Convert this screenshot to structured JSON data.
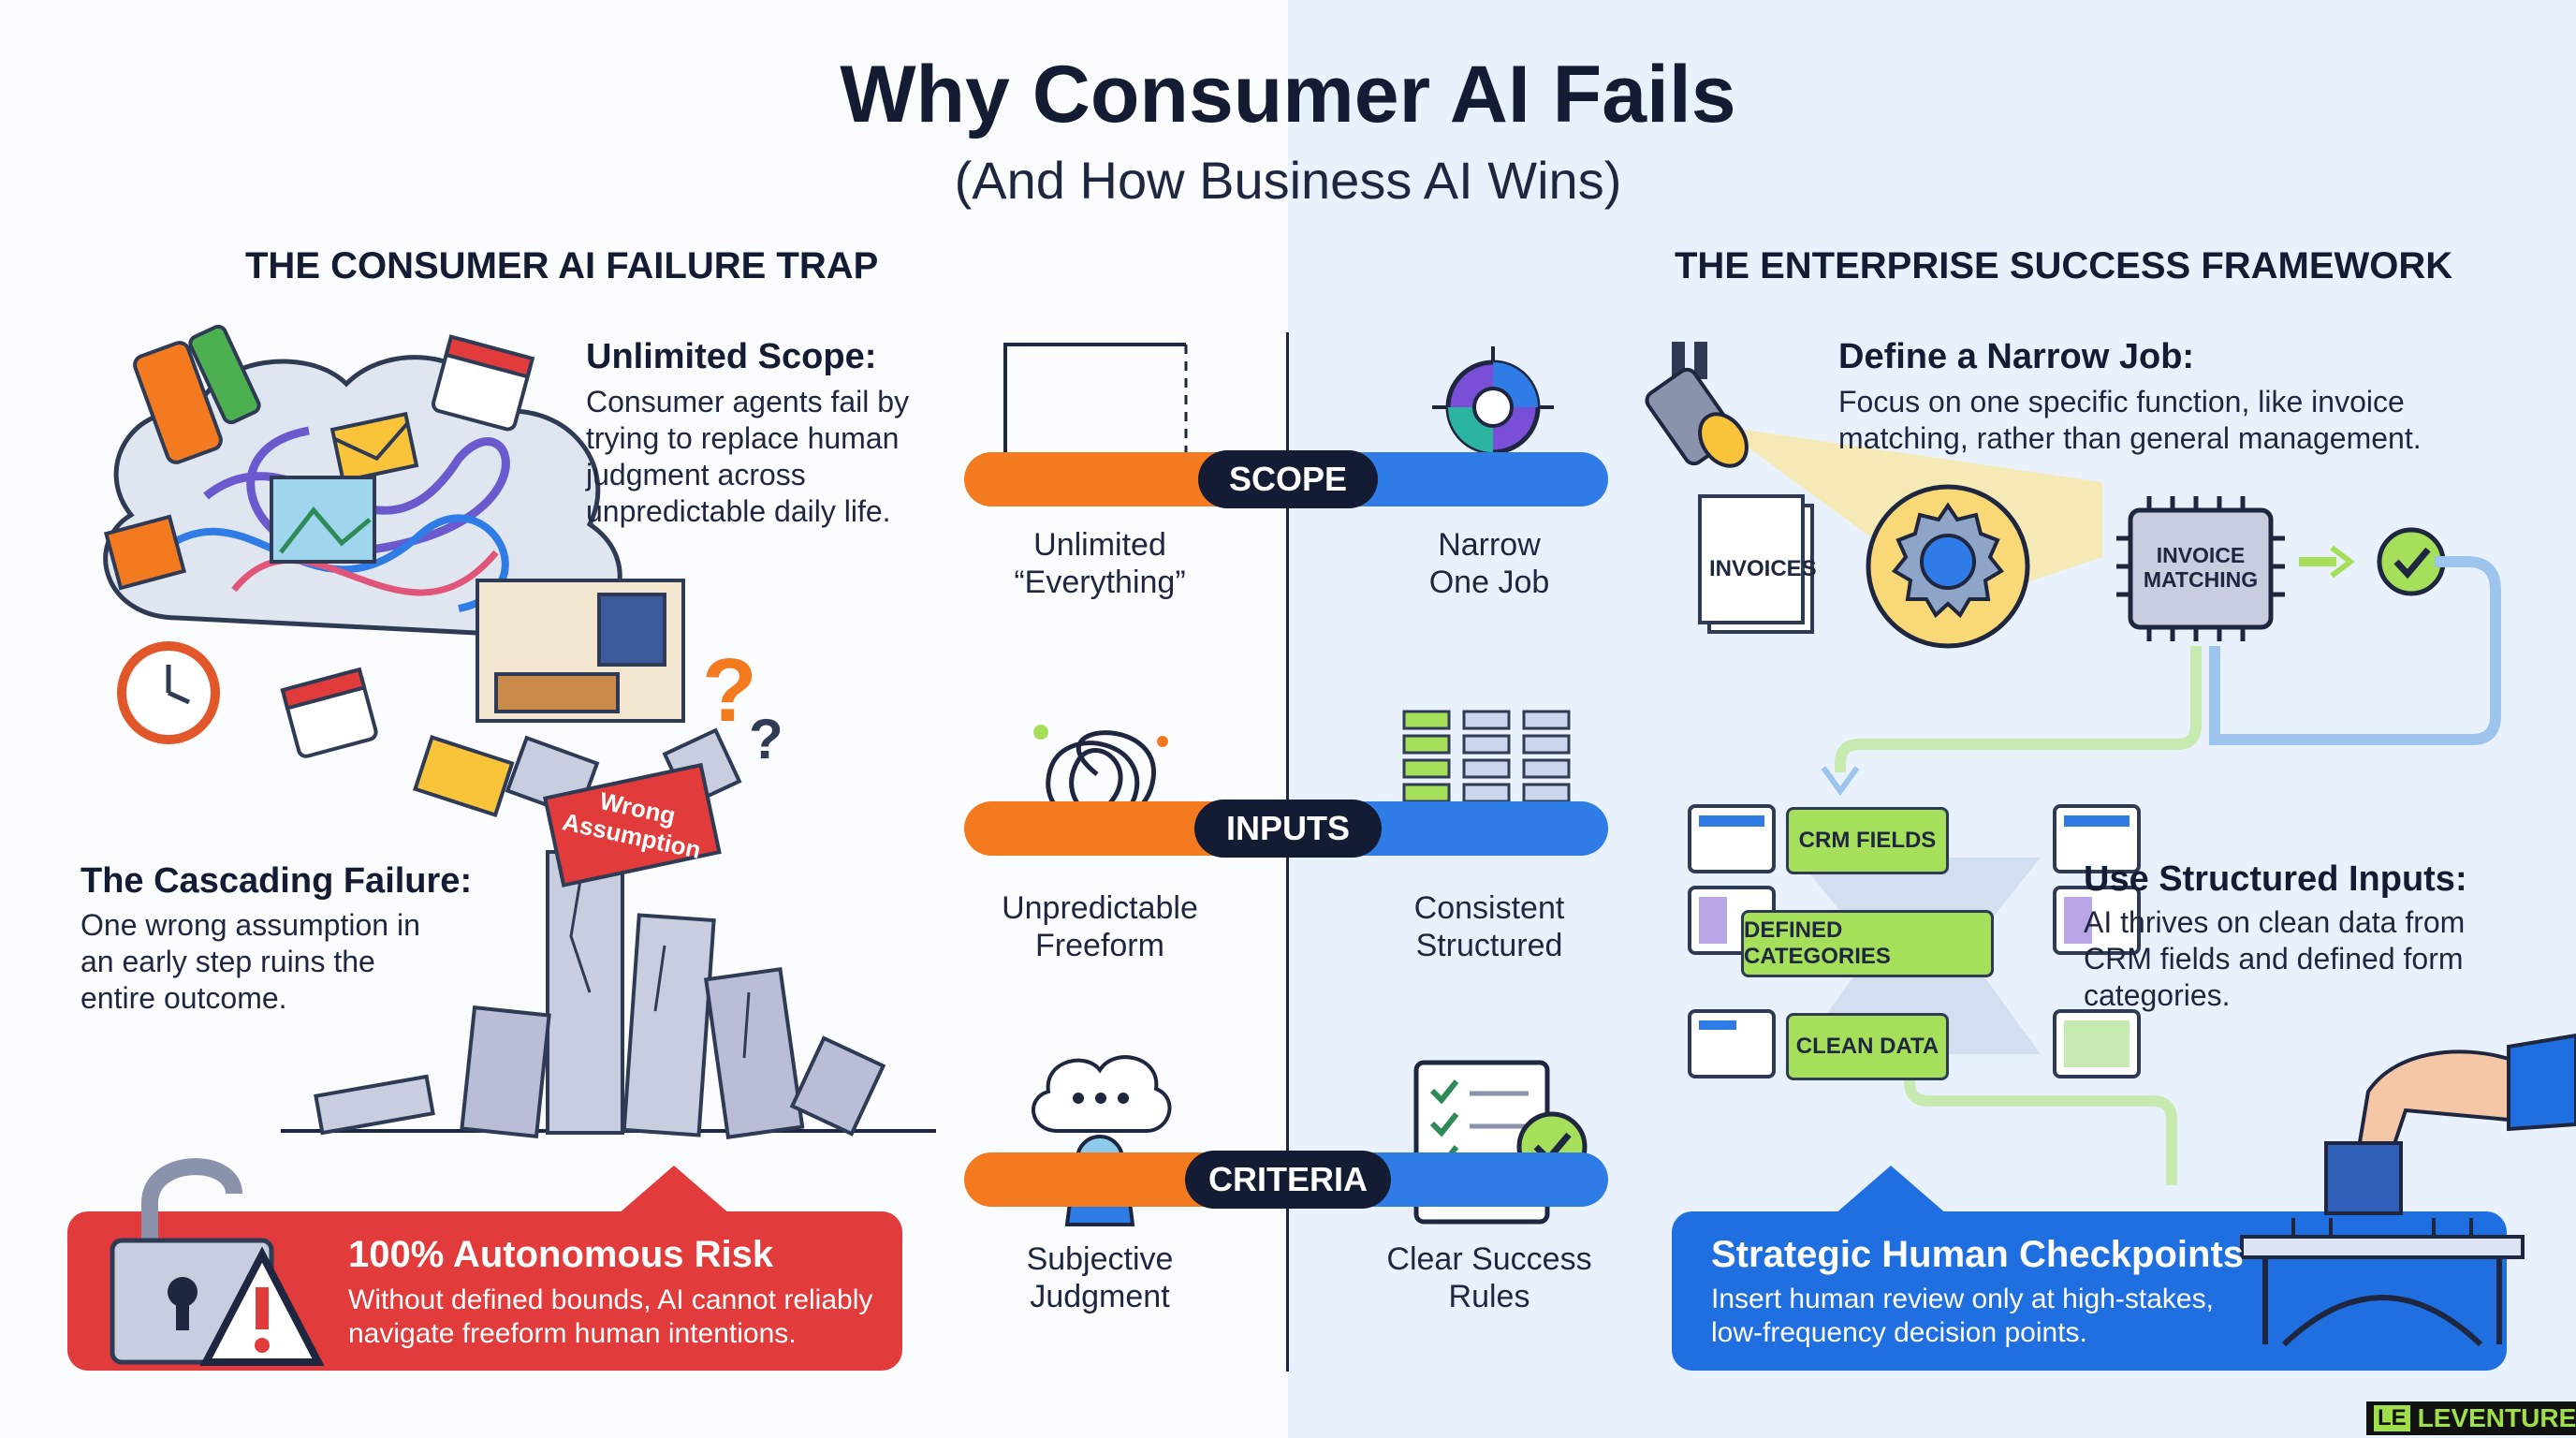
{
  "header": {
    "title": "Why Consumer AI Fails",
    "subtitle": "(And How Business AI Wins)"
  },
  "left": {
    "section_title": "THE CONSUMER AI FAILURE TRAP",
    "unlimited_scope": {
      "heading": "Unlimited Scope:",
      "body": [
        "Consumer agents fail by",
        "trying to replace human",
        "judgment across",
        "unpredictable daily life."
      ]
    },
    "cascading": {
      "heading": "The Cascading Failure:",
      "body": [
        "One wrong assumption in",
        "an early step ruins the",
        "entire outcome."
      ]
    },
    "wrong_assumption_tag": [
      "Wrong",
      "Assumption"
    ],
    "risk": {
      "title": "100% Autonomous Risk",
      "body": [
        "Without defined bounds, AI cannot reliably",
        "navigate freeform human intentions."
      ]
    }
  },
  "comparison": [
    {
      "label": "SCOPE",
      "left": [
        "Unlimited",
        "“Everything”"
      ],
      "right": [
        "Narrow",
        "One Job"
      ]
    },
    {
      "label": "INPUTS",
      "left": [
        "Unpredictable",
        "Freeform"
      ],
      "right": [
        "Consistent",
        "Structured"
      ]
    },
    {
      "label": "CRITERIA",
      "left": [
        "Subjective",
        "Judgment"
      ],
      "right": [
        "Clear Success",
        "Rules"
      ]
    }
  ],
  "right": {
    "section_title": "THE ENTERPRISE SUCCESS FRAMEWORK",
    "narrow_job": {
      "heading": "Define a Narrow Job:",
      "body": [
        "Focus on one specific function, like invoice",
        "matching, rather than general management."
      ]
    },
    "invoices_label": "INVOICES",
    "chip_label": [
      "INVOICE",
      "MATCHING"
    ],
    "structured": {
      "heading": "Use Structured Inputs:",
      "body": [
        "AI thrives on clean data from",
        "CRM fields and defined form",
        "categories."
      ]
    },
    "chips": [
      "CRM FIELDS",
      "DEFINED CATEGORIES",
      "CLEAN DATA"
    ],
    "checkpoints": {
      "title": "Strategic Human Checkpoints",
      "body": [
        "Insert human review only at high-stakes,",
        "low-frequency decision points."
      ]
    }
  },
  "brand": {
    "logo_mark": "LE",
    "name": "LEVENTURES"
  },
  "colors": {
    "orange": "#f47a20",
    "blue": "#2f7ce6",
    "navy": "#141c33",
    "red": "#e23b3b",
    "green": "#a6e05a"
  }
}
